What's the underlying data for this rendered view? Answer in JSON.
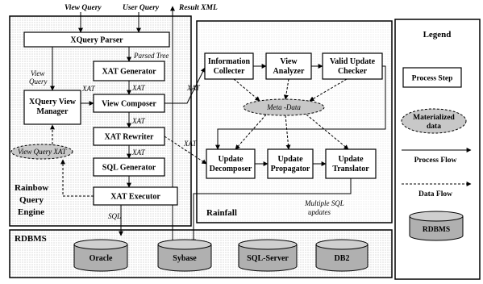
{
  "top_labels": {
    "view_query": "View Query",
    "user_query": "User Query",
    "result_xml": "Result XML"
  },
  "engine": {
    "title_line1": "Rainbow",
    "title_line2": "Query",
    "title_line3": "Engine",
    "xquery_parser": "XQuery Parser",
    "parsed_tree": "Parsed Tree",
    "xat_generator": "XAT  Generator",
    "xquery_view_manager_l1": "XQuery View",
    "xquery_view_manager_l2": "Manager",
    "view_composer": "View Composer",
    "xat_rewriter": "XAT Rewriter",
    "sql_generator": "SQL  Generator",
    "xat_executor": "XAT Executor",
    "view_query_side_l1": "View",
    "view_query_side_l2": "Query",
    "view_query_xat": "View Query XAT",
    "xat_label": "XAT",
    "sql_label": "SQL"
  },
  "rainfall": {
    "title": "Rainfall",
    "information_collecter_l1": "Information",
    "information_collecter_l2": "Collecter",
    "view_analyzer_l1": "View",
    "view_analyzer_l2": "Analyzer",
    "valid_update_checker_l1": "Valid Update",
    "valid_update_checker_l2": "Checker",
    "meta_data": "Meta -Data",
    "update_decomposer_l1": "Update",
    "update_decomposer_l2": "Decomposer",
    "update_propagator_l1": "Update",
    "update_propagator_l2": "Propagator",
    "update_translator_l1": "Update",
    "update_translator_l2": "Translator",
    "multiple_sql_l1": "Multiple SQL",
    "multiple_sql_l2": "updates"
  },
  "rdbms": {
    "title": "RDBMS",
    "databases": [
      "Oracle",
      "Sybase",
      "SQL-Server",
      "DB2"
    ]
  },
  "legend": {
    "title": "Legend",
    "process_step": "Process Step",
    "materialized_l1": "Materialized",
    "materialized_l2": "data",
    "process_flow": "Process Flow",
    "data_flow": "Data Flow",
    "rdbms": "RDBMS"
  }
}
